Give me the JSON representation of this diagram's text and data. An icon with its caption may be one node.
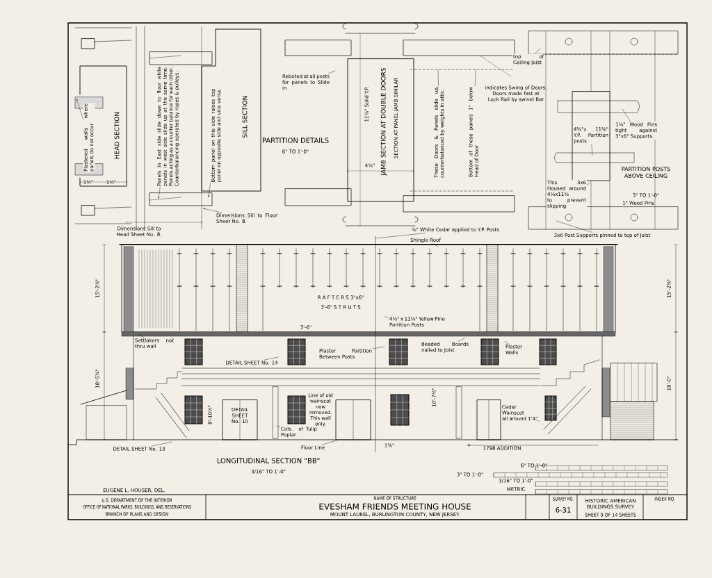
{
  "diagram": {
    "nodes": [
      {
        "text": [
          "Plastered walls where panels do not occur"
        ]
      },
      {
        "text": [
          "Panels in East side slide down to floor while panels in west side slide up at the same time. Panels acting as a counter balance for each other. Counterbalancing operated by ropes & pulleys."
        ]
      },
      {
        "text": [
          "Bottom panel on this side raises top panel on opposite side and vice versa."
        ]
      },
      {
        "text": [
          "Dimensions Sill to Floor Sheet No. 8."
        ]
      },
      {
        "text": [
          "Reboted at all posts for panels to Slide in"
        ]
      },
      {
        "text": [
          "These Doors & Panels slide up, counterbalanced by weights in attic."
        ]
      },
      {
        "text": [
          "Bottom of these panels 1\" below Head of Door"
        ]
      },
      {
        "text": [
          "top of Ceiling Joist"
        ]
      },
      {
        "text": [
          "4⅝\"x 11⅝\" Y.P. Partition posts"
        ]
      },
      {
        "text": [
          "1¼\" Wood Pins tight against 3\"x6\" Supports."
        ]
      },
      {
        "text": [
          "This 3x6 Housed around 4⅝x11⅝ to prevent slipping"
        ]
      },
      {
        "text": [
          "3x6 Post Supports pinned to top of Joist"
        ]
      },
      {
        "text": [
          "⅝\" White Cedar applied to Y.P. Posts"
        ]
      },
      {
        "text": [
          "Shingle Roof"
        ]
      },
      {
        "text": [
          "4⅝\" x 11⅝\" Yellow Pine Partition Posts"
        ]
      },
      {
        "text": [
          "Settlakers not thru wall"
        ]
      },
      {
        "text": [
          "Plaster Partition Between Posts"
        ]
      },
      {
        "text": [
          "Beaded Boards nailed to Joist"
        ]
      },
      {
        "text": [
          "Plaster Walls"
        ]
      },
      {
        "text": [
          "DETAIL SHEET No. 14"
        ]
      },
      {
        "text": [
          "Cols. of Tulip Poplar"
        ]
      },
      {
        "text": [
          "DETAIL SHEET No. 13"
        ]
      },
      {
        "text": [
          "Floor Line"
        ]
      },
      {
        "text": [
          "Cedar Wainscot all around 1'4\""
        ]
      }
    ],
    "edges": [
      {
        "from": 0,
        "to": null,
        "arrow": "to"
      },
      {
        "from": 1,
        "to": null,
        "arrow": "to"
      },
      {
        "from": 2,
        "to": null,
        "arrow": "to"
      },
      {
        "from": 3,
        "to": null,
        "arrow": "to"
      },
      {
        "from": 4,
        "to": null,
        "arrow": "none"
      },
      {
        "from": 5,
        "to": null,
        "arrow": "none"
      },
      {
        "from": 6,
        "to": null,
        "arrow": "none"
      },
      {
        "from": 7,
        "to": null,
        "arrow": "none"
      },
      {
        "from": 8,
        "to": null,
        "arrow": "none"
      },
      {
        "from": 9,
        "to": null,
        "arrow": "none"
      },
      {
        "from": 10,
        "to": null,
        "arrow": "none"
      },
      {
        "from": 11,
        "to": null,
        "arrow": "none"
      },
      {
        "from": 12,
        "to": null,
        "arrow": "none"
      },
      {
        "from": 13,
        "to": null,
        "arrow": "none"
      },
      {
        "from": 14,
        "to": null,
        "arrow": "none"
      },
      {
        "from": 15,
        "to": null,
        "arrow": "none"
      },
      {
        "from": 16,
        "to": null,
        "arrow": "none"
      },
      {
        "from": 17,
        "to": null,
        "arrow": "none"
      },
      {
        "from": 18,
        "to": null,
        "arrow": "none"
      },
      {
        "from": 19,
        "to": null,
        "arrow": "none"
      },
      {
        "from": 20,
        "to": null,
        "arrow": "none"
      },
      {
        "from": 21,
        "to": null,
        "arrow": "none"
      },
      {
        "from": 22,
        "to": null,
        "arrow": "none"
      },
      {
        "from": 23,
        "to": null,
        "arrow": "none"
      }
    ],
    "labels": [
      "HEAD SECTION",
      "Dimensions Sill to Head Sheet No. 8.",
      "SILL SECTION",
      "PARTITION DETAILS",
      "6\" TO 1'-0\"",
      "11⅝\" Solid Y.P.",
      "JAMB SECTION AT DOUBLE DOORS",
      "SECTION AT PANEL JAMB SIMILAR",
      "4⅝\"",
      "indicates Swing of Doors. Doors made fast at Lock Rail by swivel Bar",
      "PARTITION POSTS ABOVE CEILING",
      "3\" TO 1'-0\"",
      "1\" Wood Pins",
      "15'-2⅝\"",
      "18'-5¾\"",
      "15'-2⅜\"",
      "18'-0\"",
      "R A F T E R S 3\"x6\"",
      "3'-6\" S T R U T S",
      "3'-6\"",
      "DETAIL SHEET No. 10",
      "Line of old wainscot now removed. This wall only.",
      "8'-10½\"",
      "10'-7½\"",
      "1⅜\"",
      "1798 ADDITION",
      "LONGITUDINAL SECTION \"BB\"",
      "3/16\" TO 1'-0\"",
      "6\" TO 1'-0\"",
      "3\" TO 1'-0\"",
      "3/16\" TO 1'-0\"",
      "METRIC",
      "EUGENE L. HOUSER, DEL.",
      "U.S. DEPARTMENT OF THE INTERIOR",
      "OFFICE OF NATIONAL PARKS, BUILDINGS, AND RESERVATIONS",
      "BRANCH OF PLANS AND DESIGN",
      "NAME OF STRUCTURE",
      "EVESHAM FRIENDS MEETING HOUSE",
      "MOUNT LAUREL, BURLINGTON COUNTY, NEW JERSEY.",
      "SURVEY NO.",
      "6-31",
      "HISTORIC AMERICAN BUILDINGS SURVEY",
      "SHEET 9 OF 14 SHEETS",
      "INDEX NO.",
      "1½\"",
      "1½\""
    ]
  }
}
